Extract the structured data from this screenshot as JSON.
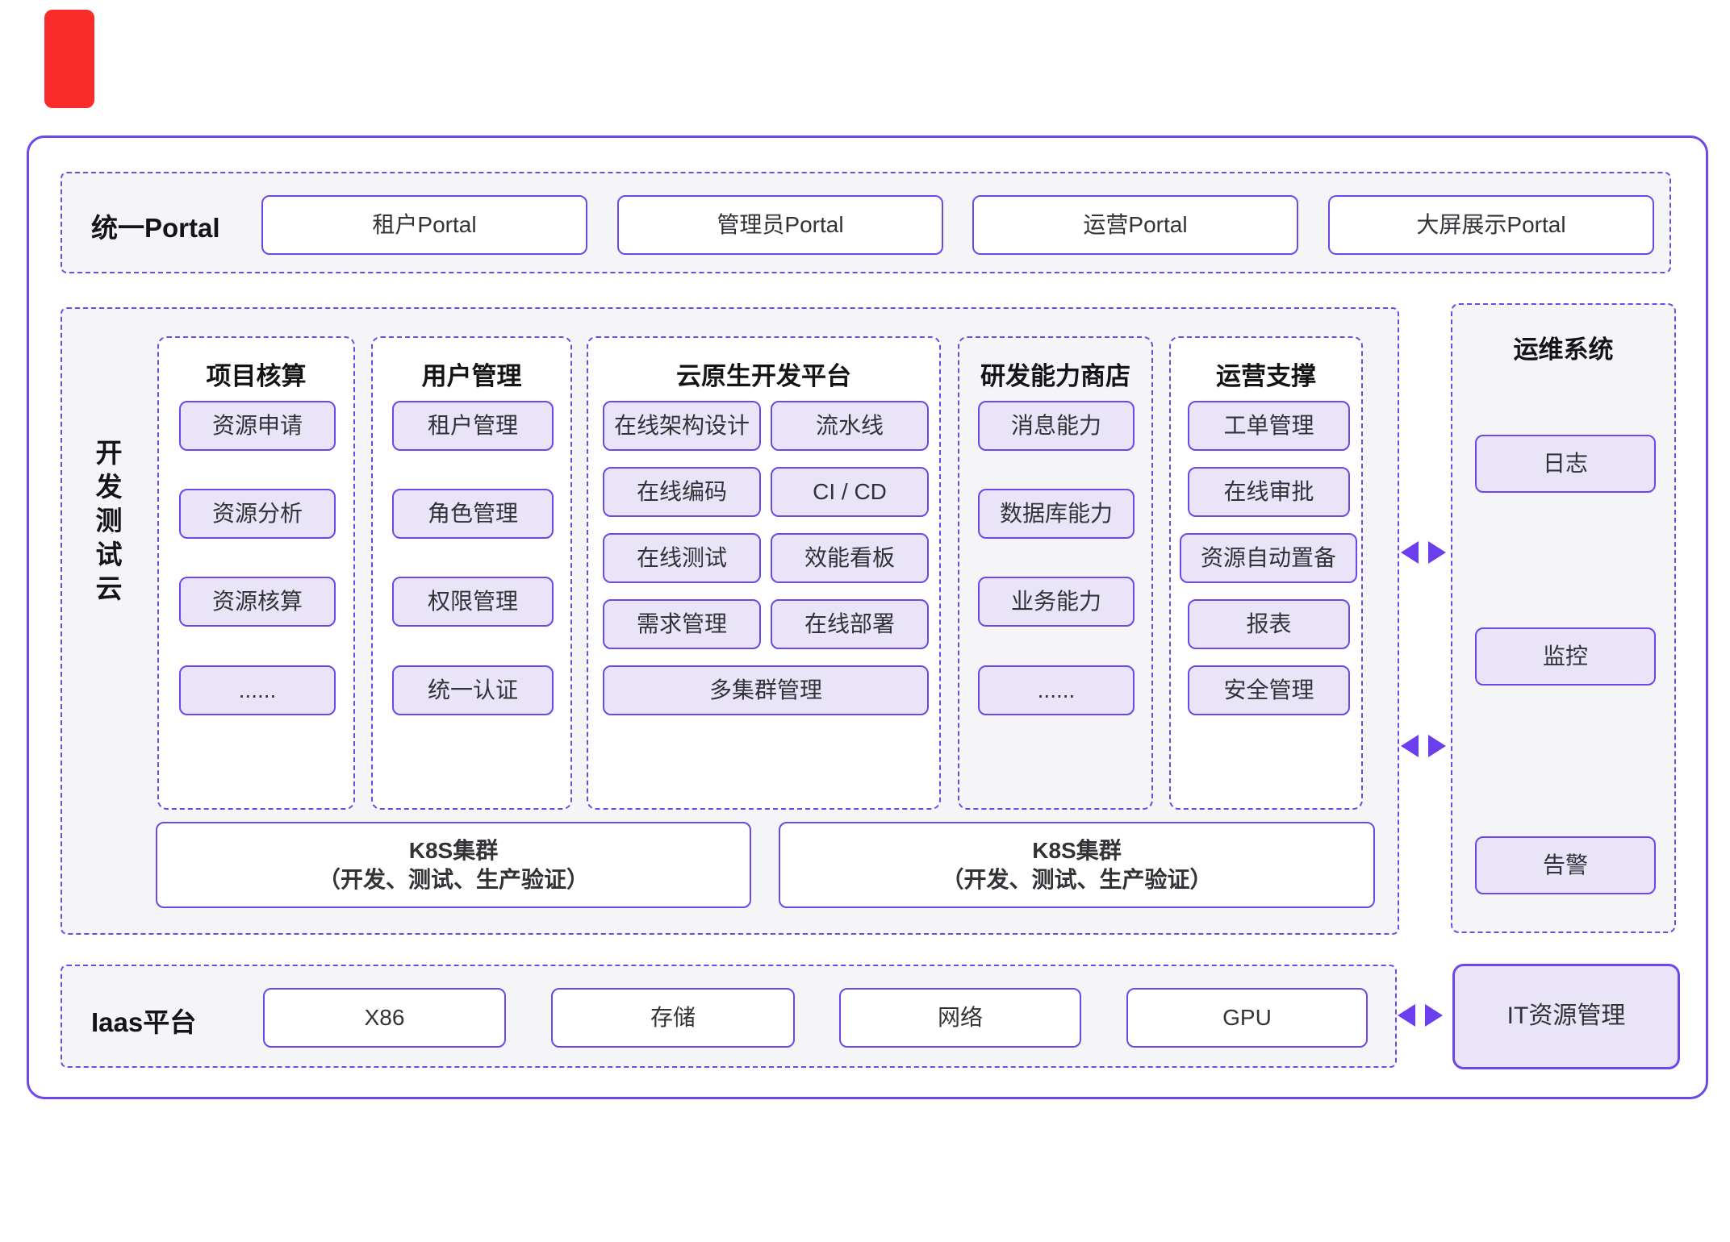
{
  "marker": {
    "note": "red corner marker"
  },
  "colors": {
    "accent_purple": "#6d47e8",
    "dashed_purple": "#6d49e6",
    "arrow_purple": "#6c3fee",
    "node_lavender": "#e9e4f8",
    "section_grey": "#f5f5f8",
    "marker_red": "#f92b2b"
  },
  "portal": {
    "label": "统一Portal",
    "items": [
      "租户Portal",
      "管理员Portal",
      "运营Portal",
      "大屏展示Portal"
    ]
  },
  "dev_cloud": {
    "vertical_label": [
      "开",
      "发",
      "测",
      "试",
      "云"
    ],
    "columns": {
      "project": {
        "title": "项目核算",
        "items": [
          "资源申请",
          "资源分析",
          "资源核算",
          "......"
        ]
      },
      "user": {
        "title": "用户管理",
        "items": [
          "租户管理",
          "角色管理",
          "权限管理",
          "统一认证"
        ]
      },
      "cloudnative": {
        "title": "云原生开发平台",
        "rows": [
          [
            "在线架构设计",
            "流水线"
          ],
          [
            "在线编码",
            "CI / CD"
          ],
          [
            "在线测试",
            "效能看板"
          ],
          [
            "需求管理",
            "在线部署"
          ]
        ],
        "wide": "多集群管理"
      },
      "capability": {
        "title": "研发能力商店",
        "items": [
          "消息能力",
          "数据库能力",
          "业务能力",
          "......"
        ]
      },
      "ops_support": {
        "title": "运营支撑",
        "items": [
          "工单管理",
          "在线审批",
          "资源自动置备",
          "报表",
          "安全管理"
        ]
      }
    },
    "k8s": {
      "line1": "K8S集群",
      "line2": "（开发、测试、生产验证）"
    }
  },
  "ops_system": {
    "title": "运维系统",
    "items": [
      "日志",
      "监控",
      "告警"
    ]
  },
  "iaas": {
    "label": "Iaas平台",
    "items": [
      "X86",
      "存储",
      "网络",
      "GPU"
    ]
  },
  "it_resource": {
    "label": "IT资源管理"
  }
}
